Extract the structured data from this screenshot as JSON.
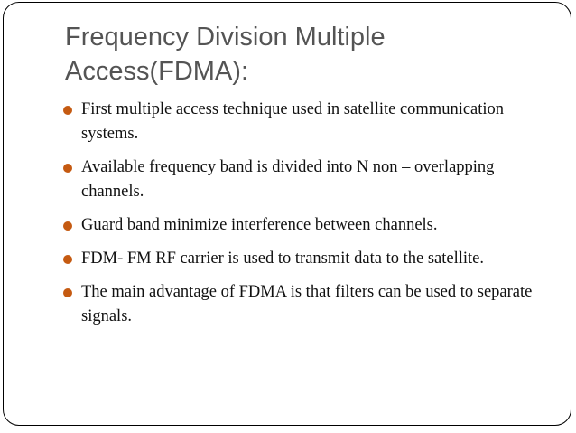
{
  "slide": {
    "title_line1": "Frequency Division Multiple",
    "title_line2": "Access(FDMA):",
    "accent_color": "#c55a11",
    "bullets": [
      "First multiple access technique used in satellite communication systems.",
      "Available frequency band is divided into N non – overlapping channels.",
      "Guard band minimize interference between channels.",
      "FDM- FM RF carrier is used to transmit data to the satellite.",
      "The main advantage of FDMA is that filters can be used to separate signals."
    ]
  }
}
